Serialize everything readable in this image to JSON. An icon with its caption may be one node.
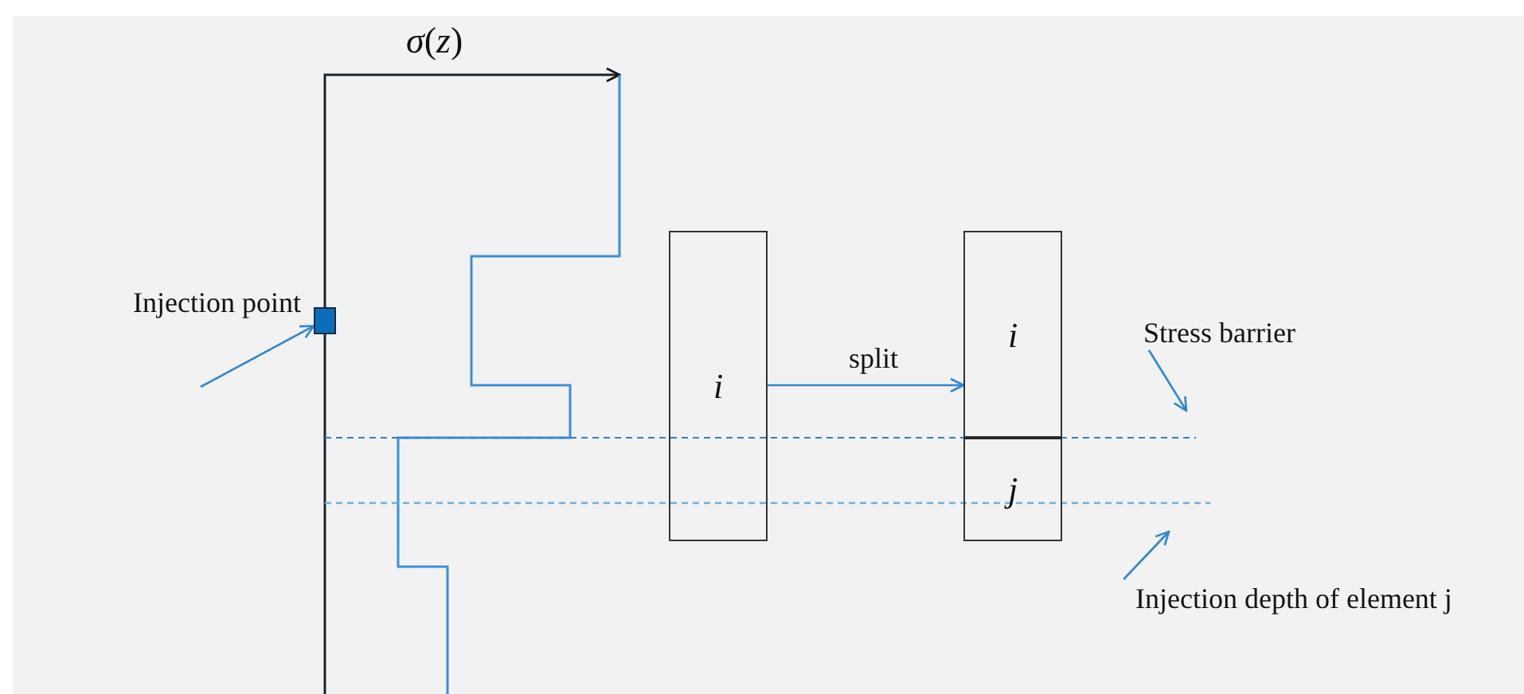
{
  "diagram": {
    "nodes": [
      {
        "text": [],
        "shape": "box",
        "beside": [
          "Injection point"
        ]
      },
      {
        "text": [
          "i"
        ]
      },
      {
        "text": [
          "i"
        ]
      },
      {
        "text": [
          "j"
        ]
      },
      {
        "text": [
          "Stress barrier"
        ]
      },
      {
        "text": [
          "Injection depth of element j"
        ]
      }
    ],
    "edges": [
      {
        "from": null,
        "to": 0,
        "arrow": "to"
      },
      {
        "from": 1,
        "to": 2,
        "label": "split",
        "arrow": "to"
      },
      {
        "from": 4,
        "to": null,
        "arrow": "to"
      },
      {
        "from": 5,
        "to": null,
        "arrow": "to"
      }
    ],
    "labels": [
      "*σ*(*z*)"
    ]
  }
}
